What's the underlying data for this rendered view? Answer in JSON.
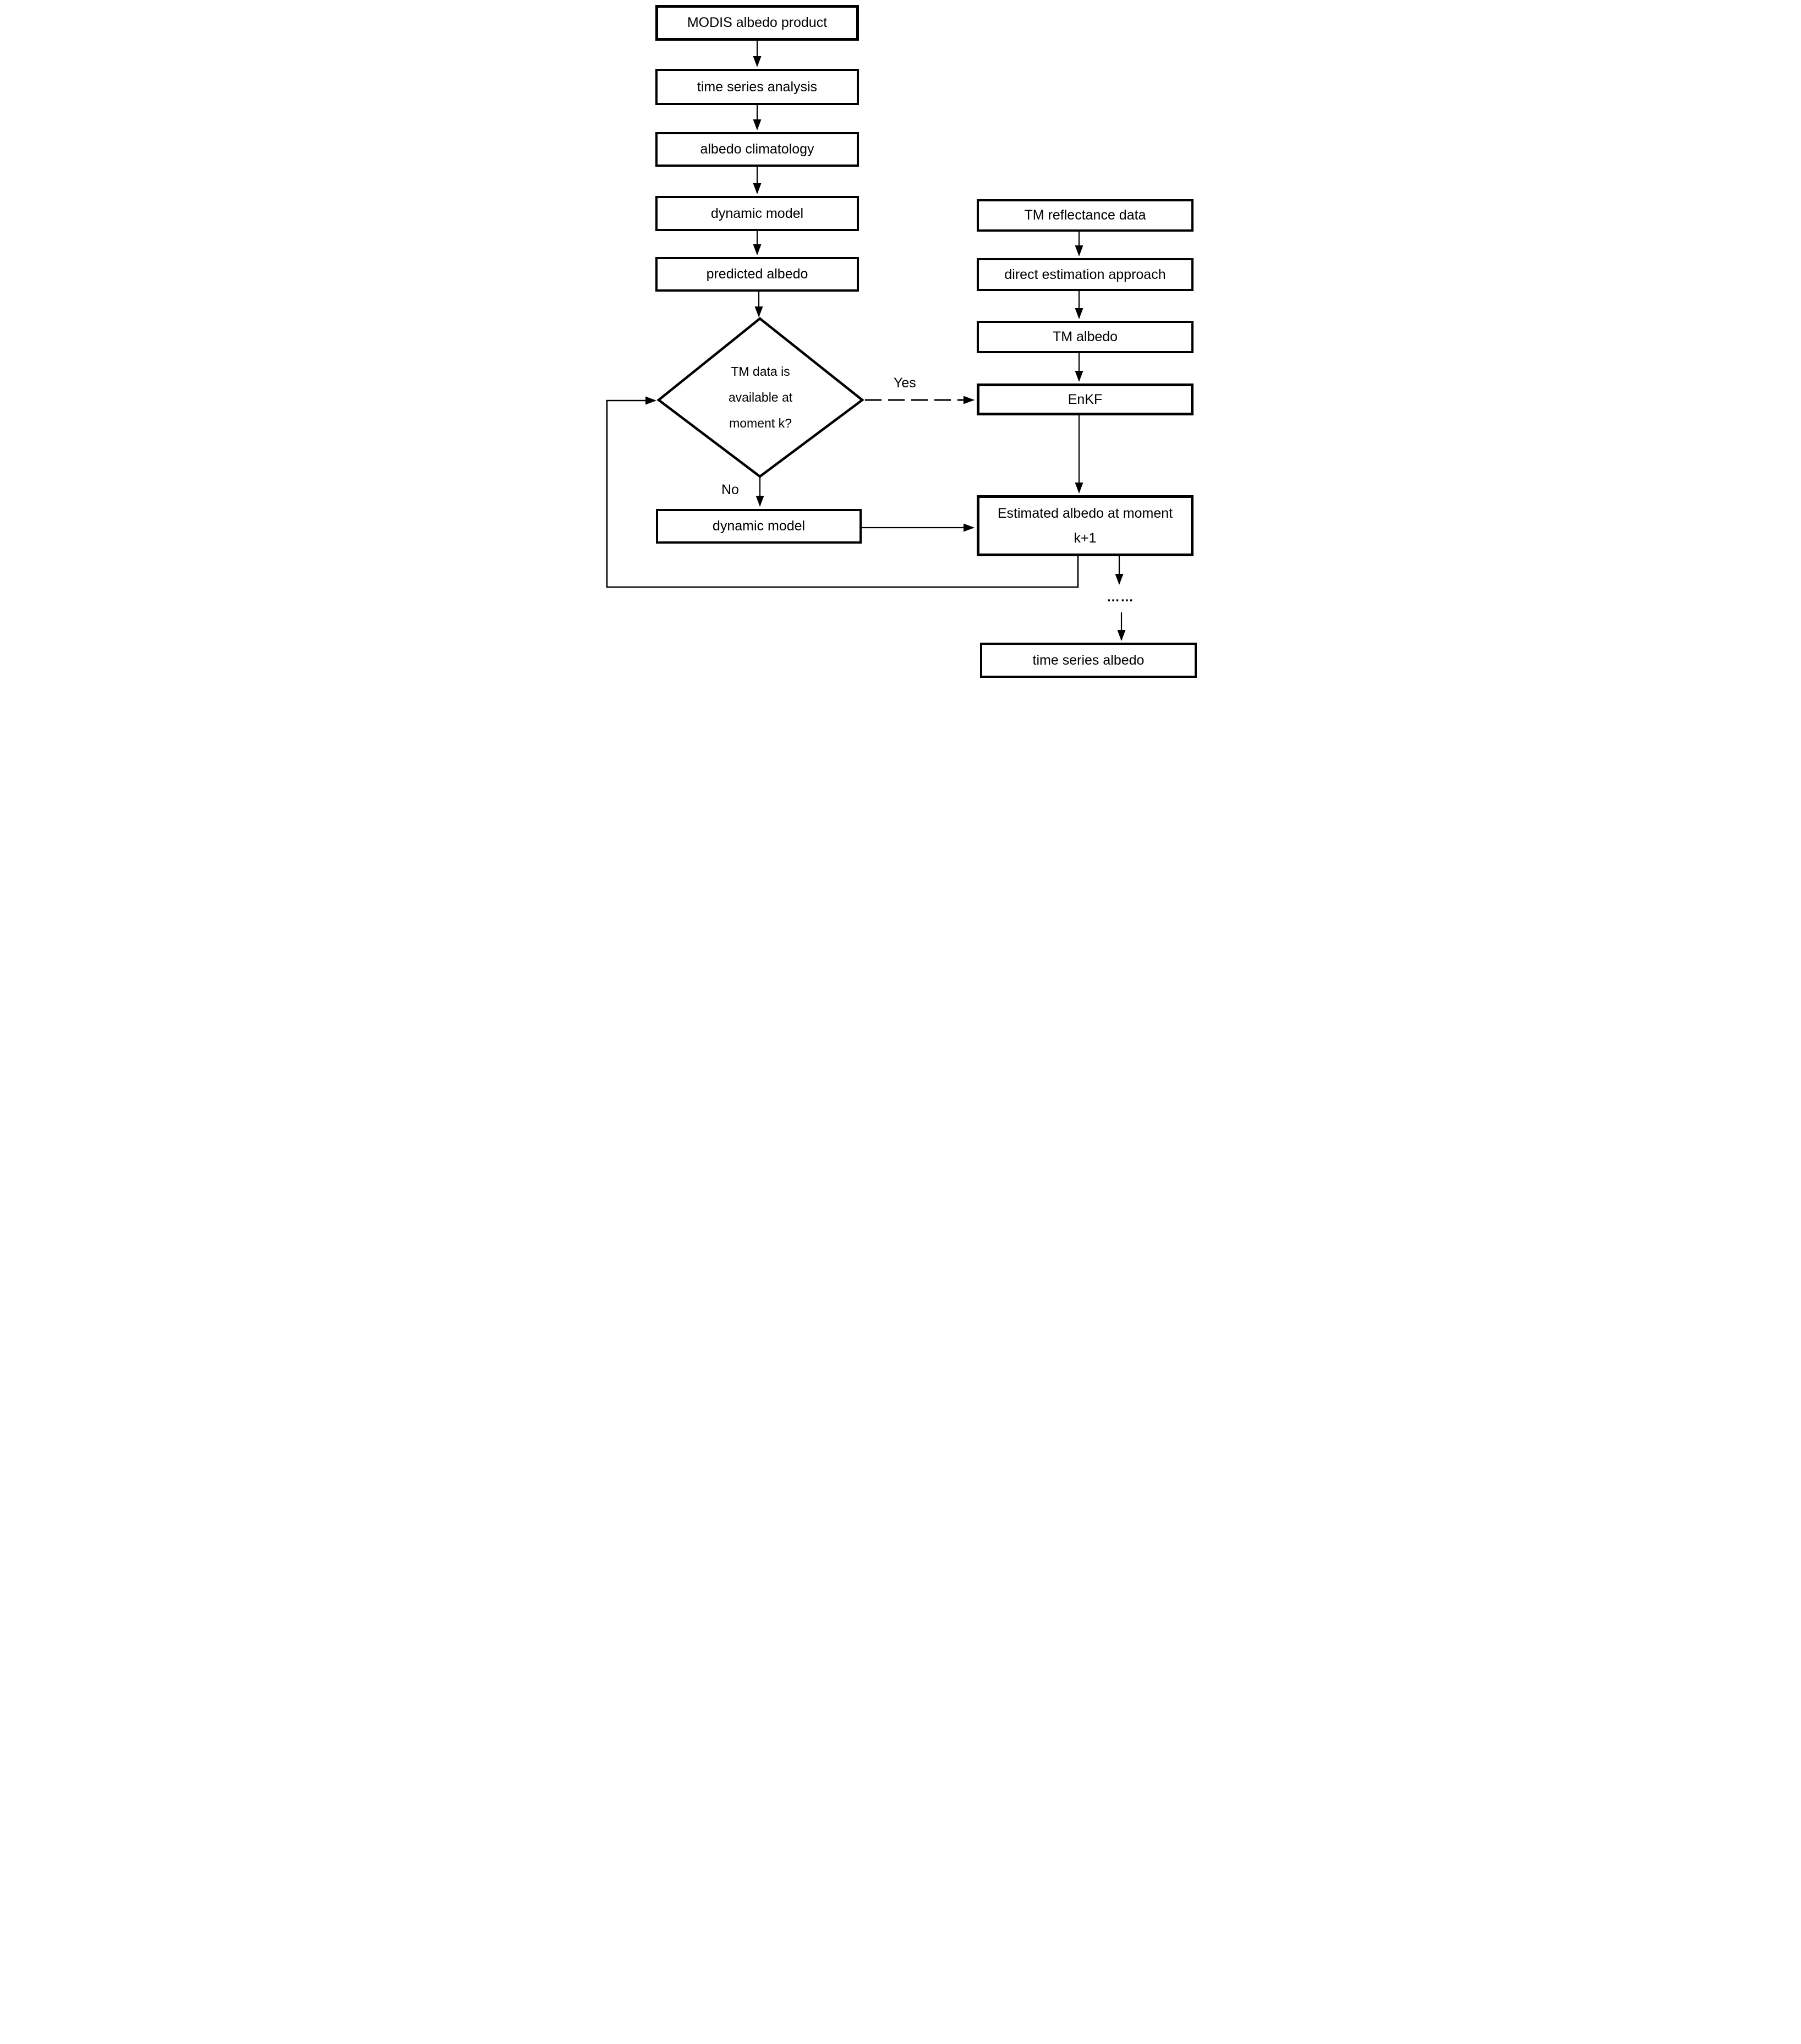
{
  "page": {
    "background": "#ffffff",
    "ink": "#000000"
  },
  "nodes": {
    "modis": {
      "label": "MODIS albedo product"
    },
    "time_series_analysis": {
      "label": "time series analysis"
    },
    "albedo_climatology": {
      "label": "albedo climatology"
    },
    "dynamic_model": {
      "label": "dynamic model"
    },
    "predicted_albedo": {
      "label": "predicted albedo"
    },
    "decision": {
      "line1": "TM data is",
      "line2": "available at",
      "line3": "moment k?"
    },
    "dynamic_model_no_branch": {
      "label": "dynamic model"
    },
    "tm_reflectance": {
      "label": "TM reflectance data"
    },
    "direct_estimation": {
      "label": "direct estimation approach"
    },
    "tm_albedo": {
      "label": "TM albedo"
    },
    "enkf": {
      "label": "EnKF"
    },
    "estimated_albedo": {
      "line1": "Estimated albedo at moment",
      "line2": "k+1"
    },
    "time_series_albedo": {
      "label": "time series albedo"
    }
  },
  "edge_labels": {
    "yes": "Yes",
    "no": "No",
    "ellipsis": "……"
  }
}
